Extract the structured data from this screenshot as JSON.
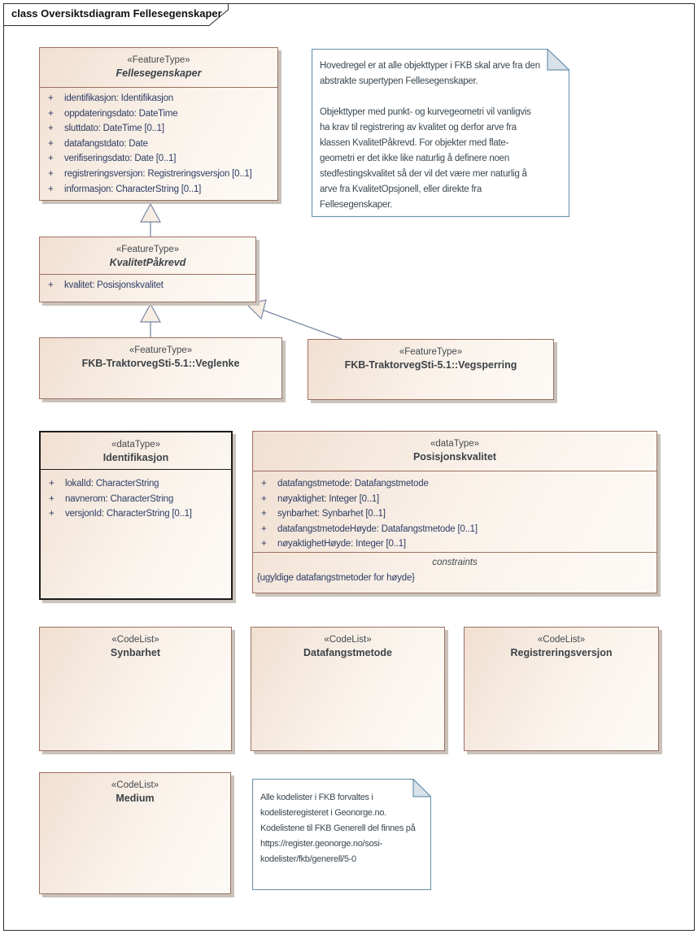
{
  "frame": {
    "title": "class Oversiktsdiagram Fellesegenskaper"
  },
  "colors": {
    "box_fill_dark": "#f1dfd1",
    "box_fill_light": "#fdfaf6",
    "box_border": "#9b7060",
    "attribute_text": "#2c3c64",
    "header_text": "#3d4247",
    "note_border": "#6b93ad",
    "note_fold": "#d9e2e8",
    "connector": "#7a87a6",
    "connector_arrow_fill": "#f7ede2",
    "shadow": "#c9c2bb"
  },
  "classes": {
    "fellesegenskaper": {
      "stereotype": "«FeatureType»",
      "name": "Fellesegenskaper",
      "attributes": [
        {
          "vis": "+",
          "text": "identifikasjon: Identifikasjon"
        },
        {
          "vis": "+",
          "text": "oppdateringsdato: DateTime"
        },
        {
          "vis": "+",
          "text": "sluttdato: DateTime [0..1]"
        },
        {
          "vis": "+",
          "text": "datafangstdato: Date"
        },
        {
          "vis": "+",
          "text": "verifiseringsdato: Date [0..1]"
        },
        {
          "vis": "+",
          "text": "registreringsversjon: Registreringsversjon [0..1]"
        },
        {
          "vis": "+",
          "text": "informasjon: CharacterString [0..1]"
        }
      ]
    },
    "kvalitetpakrevd": {
      "stereotype": "«FeatureType»",
      "name": "KvalitetPåkrevd",
      "attributes": [
        {
          "vis": "+",
          "text": "kvalitet: Posisjonskvalitet"
        }
      ]
    },
    "veglenke": {
      "stereotype": "«FeatureType»",
      "name": "FKB-TraktorvegSti-5.1::Veglenke"
    },
    "vegsperring": {
      "stereotype": "«FeatureType»",
      "name": "FKB-TraktorvegSti-5.1::Vegsperring"
    },
    "identifikasjon": {
      "stereotype": "«dataType»",
      "name": "Identifikasjon",
      "attributes": [
        {
          "vis": "+",
          "text": "lokalId: CharacterString"
        },
        {
          "vis": "+",
          "text": "navnerom: CharacterString"
        },
        {
          "vis": "+",
          "text": "versjonId: CharacterString [0..1]"
        }
      ]
    },
    "posisjonskvalitet": {
      "stereotype": "«dataType»",
      "name": "Posisjonskvalitet",
      "attributes": [
        {
          "vis": "+",
          "text": "datafangstmetode: Datafangstmetode"
        },
        {
          "vis": "+",
          "text": "nøyaktighet: Integer [0..1]"
        },
        {
          "vis": "+",
          "text": "synbarhet: Synbarhet [0..1]"
        },
        {
          "vis": "+",
          "text": "datafangstmetodeHøyde: Datafangstmetode [0..1]"
        },
        {
          "vis": "+",
          "text": "nøyaktighetHøyde: Integer [0..1]"
        }
      ],
      "constraints_label": "constraints",
      "constraint": "{ugyldige datafangstmetoder for høyde}"
    },
    "synbarhet": {
      "stereotype": "«CodeList»",
      "name": "Synbarhet"
    },
    "datafangstmetode": {
      "stereotype": "«CodeList»",
      "name": "Datafangstmetode"
    },
    "registreringsversjon": {
      "stereotype": "«CodeList»",
      "name": "Registreringsversjon"
    },
    "medium": {
      "stereotype": "«CodeList»",
      "name": "Medium"
    }
  },
  "notes": {
    "inheritance": {
      "text": "Hovedregel er at alle objekttyper i FKB skal arve fra den\nabstrakte supertypen Fellesegenskaper.\n\nObjekttyper med punkt- og kurvegeometri vil vanligvis\nha krav til registrering av kvalitet og derfor arve fra\nklassen KvalitetPåkrevd. For objekter med flate-\ngeometri er det ikke like naturlig å definere noen\nstedfestingskvalitet så der vil det være mer naturlig å\narve fra KvalitetOpsjonell, eller direkte fra\nFellesegenskaper."
    },
    "kodelister": {
      "text": "Alle kodelister i FKB forvaltes i\nkodelisteregisteret i Geonorge.no.\nKodelistene til FKB Generell del finnes på\nhttps://register.geonorge.no/sosi-\nkodelister/fkb/generell/5-0"
    }
  }
}
